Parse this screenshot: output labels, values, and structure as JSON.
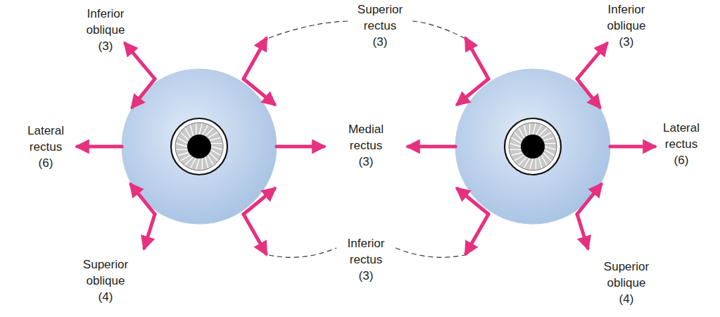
{
  "diagram": {
    "labels": [
      "Inferior oblique",
      "(3)",
      "Superior rectus",
      "(3)",
      "Inferior oblique",
      "(3)",
      "Lateral rectus",
      "(6)",
      "Medial rectus",
      "(3)",
      "Lateral rectus",
      "(6)",
      "Superior oblique",
      "(4)",
      "Inferior rectus",
      "(3)",
      "Superior oblique",
      "(4)"
    ]
  }
}
